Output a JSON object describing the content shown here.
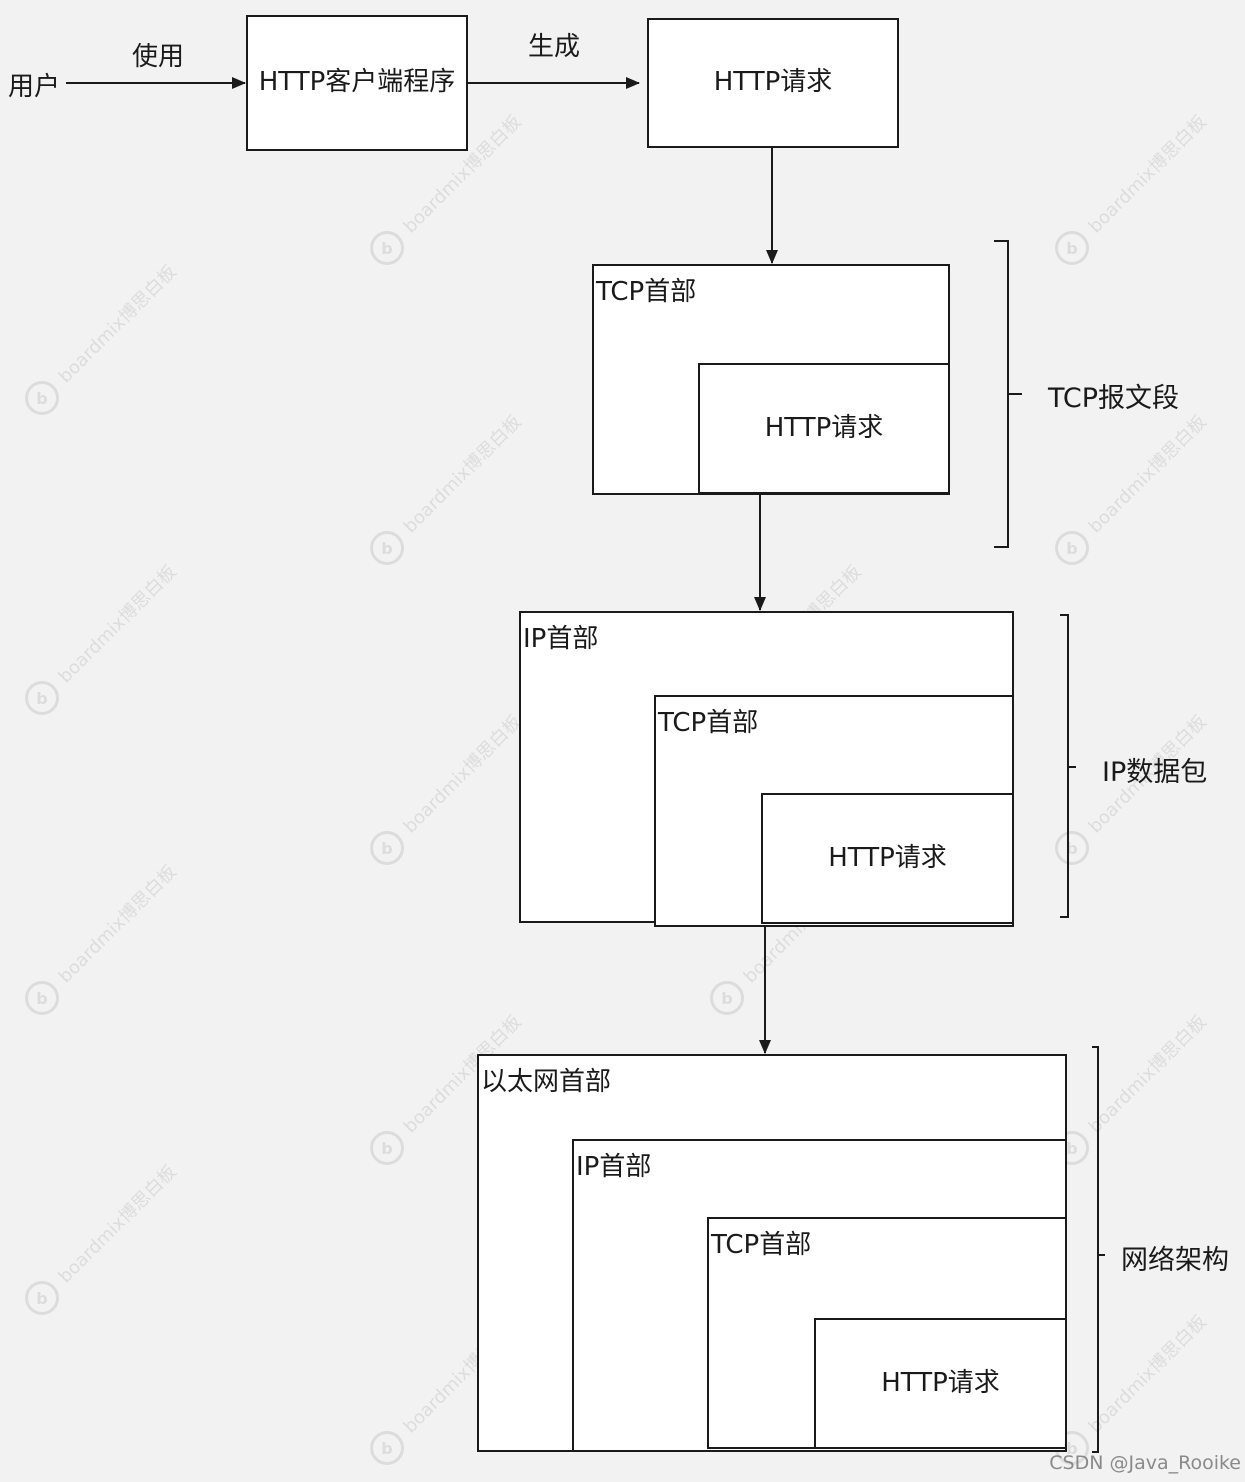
{
  "nodes": {
    "user": "用户",
    "client": "HTTP客户端程序",
    "http_request": "HTTP请求",
    "tcp_header": "TCP首部",
    "ip_header": "IP首部",
    "ethernet_header": "以太网首部"
  },
  "edges": {
    "use": "使用",
    "generate": "生成"
  },
  "brackets": {
    "tcp_segment": "TCP报文段",
    "ip_packet": "IP数据包",
    "network_frame": "网络架构"
  },
  "watermark": "boardmix博思白板",
  "credit": "CSDN @Java_Rooike"
}
